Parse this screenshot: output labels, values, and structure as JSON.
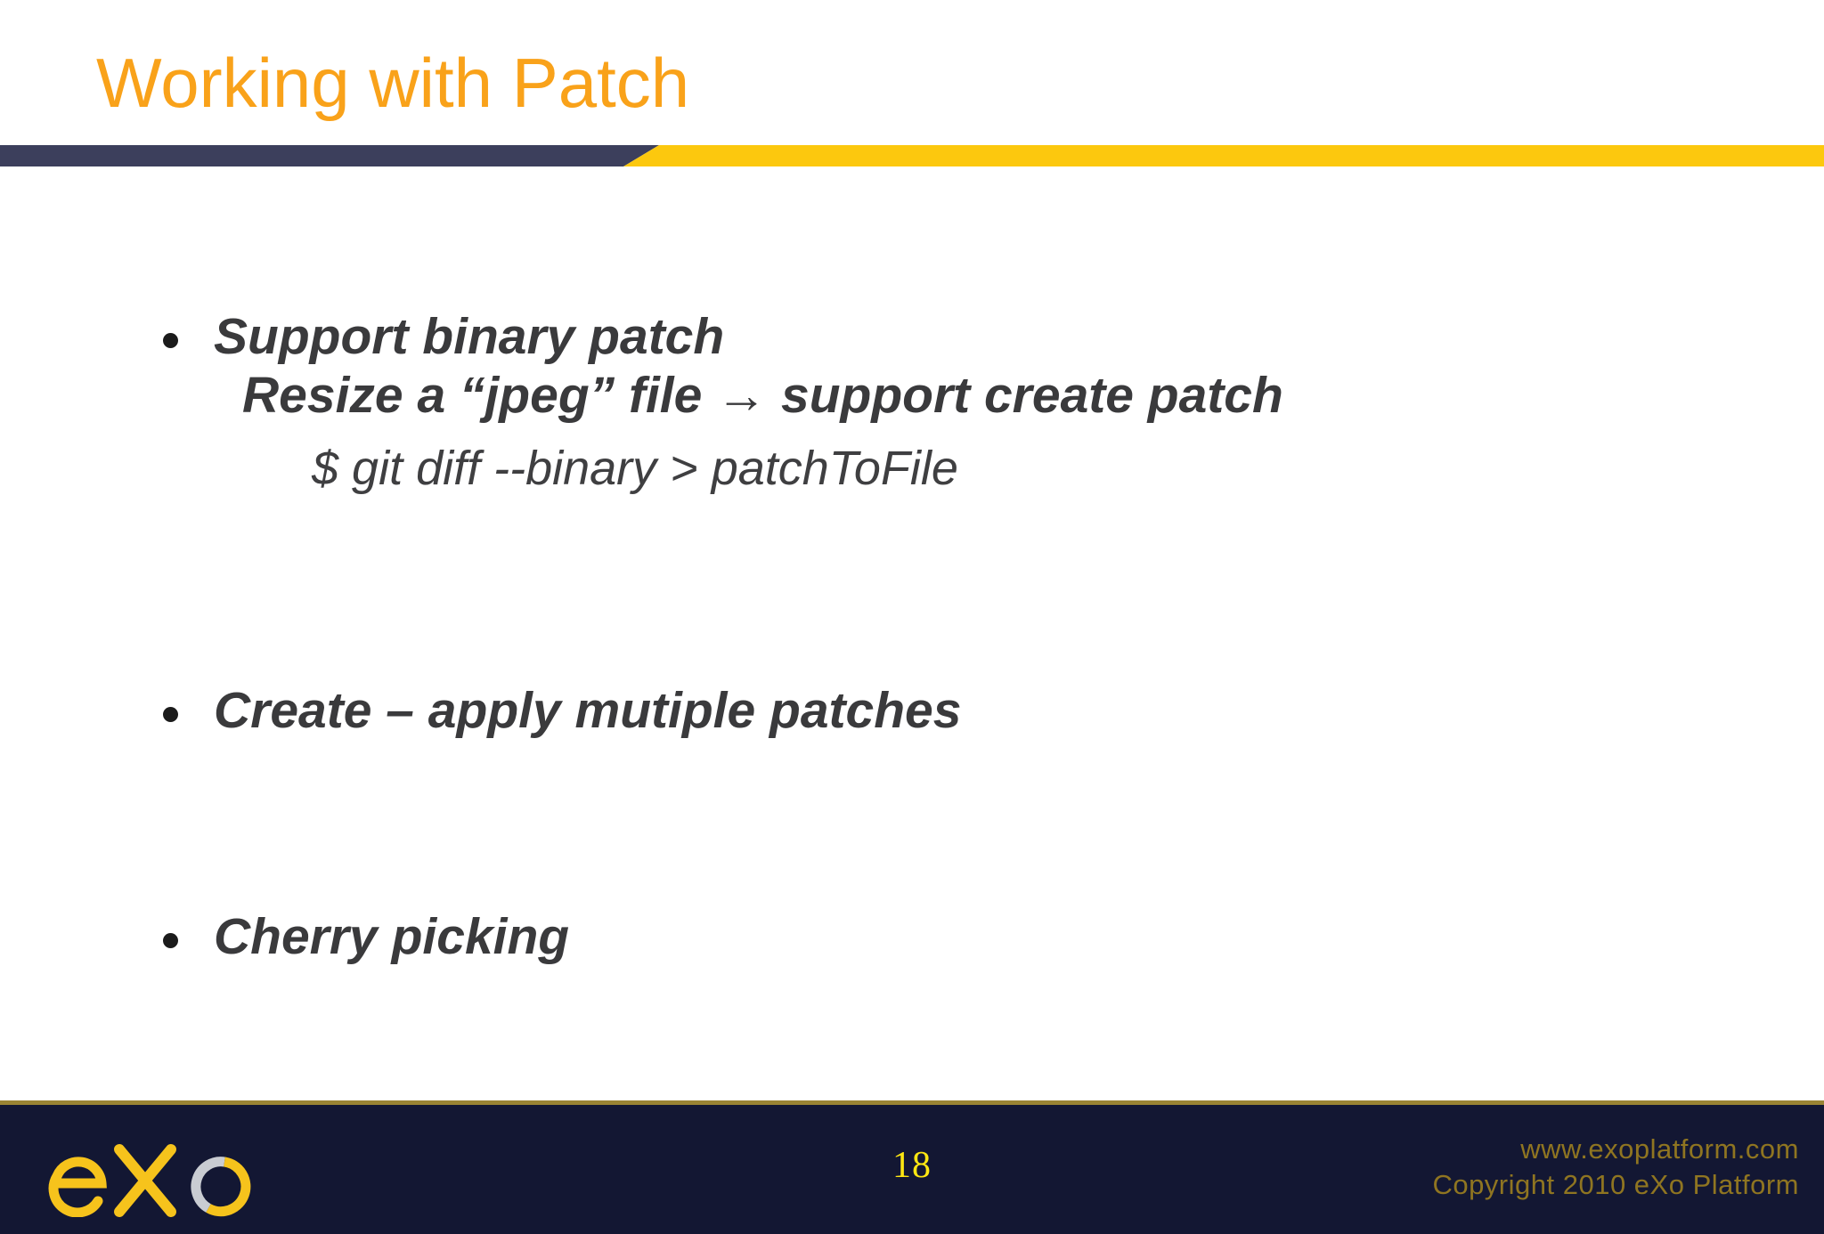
{
  "slide": {
    "title": "Working with Patch",
    "page_number": "18",
    "colors": {
      "title_orange": "#F9A21A",
      "rule_navy": "#3C3F5C",
      "rule_yellow": "#FCC80E",
      "body_text": "#3A3A3C",
      "footer_navy": "#131733",
      "footer_gold_line": "#9A8434",
      "footer_meta_gold": "#8F7521",
      "page_number_yellow": "#FFE712",
      "logo_yellow": "#F6C31C",
      "logo_gray": "#C9CCD2"
    }
  },
  "content": {
    "bullets": [
      {
        "text": "Support binary patch"
      },
      {
        "text": "Create – apply mutiple patches"
      },
      {
        "text": "Cherry picking"
      }
    ],
    "sub_line": "Resize a “jpeg” file → support create patch",
    "code_line": "$ git diff --binary > patchToFile"
  },
  "footer": {
    "logo_alt": "eXo",
    "website": "www.exoplatform.com",
    "copyright": "Copyright 2010 eXo Platform"
  }
}
